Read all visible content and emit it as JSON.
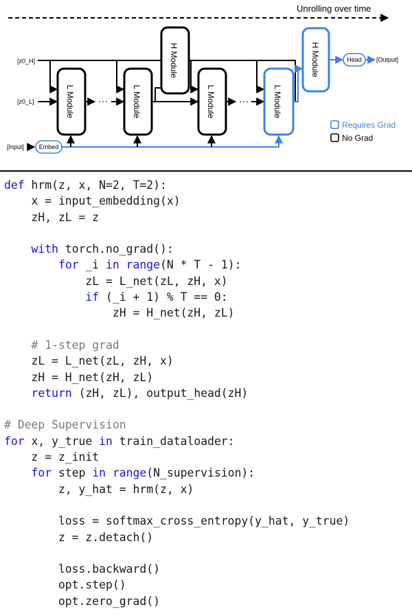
{
  "diagram": {
    "top_caption": "Unrolling over time",
    "input_labels": {
      "zh": "[z0_H]",
      "zl": "[z0_L]",
      "input": "[Input]"
    },
    "embed": "Embed",
    "l_module": "L Module",
    "h_module": "H Module",
    "ellipsis": "···",
    "head": "Head",
    "output": "[Output]",
    "legend": {
      "grad": "Requires Grad",
      "nograd": "No Grad"
    },
    "colors": {
      "blue": "#3b82e8",
      "black": "#000000"
    }
  },
  "code": [
    [
      [
        "def",
        "kw"
      ],
      [
        " hrm(z, x, N=2, T=2):",
        ""
      ]
    ],
    [
      [
        "    x = input_embedding(x)",
        ""
      ]
    ],
    [
      [
        "    zH, zL = z",
        ""
      ]
    ],
    [],
    [
      [
        "    ",
        ""
      ],
      [
        "with",
        "kw"
      ],
      [
        " torch.no_grad():",
        ""
      ]
    ],
    [
      [
        "        ",
        ""
      ],
      [
        "for",
        "kw"
      ],
      [
        " _i ",
        ""
      ],
      [
        "in",
        "kw"
      ],
      [
        " ",
        ""
      ],
      [
        "range",
        "kw"
      ],
      [
        "(N * T - 1):",
        ""
      ]
    ],
    [
      [
        "            zL = L_net(zL, zH, x)",
        ""
      ]
    ],
    [
      [
        "            ",
        ""
      ],
      [
        "if",
        "kw"
      ],
      [
        " (_i + 1) % T == 0:",
        ""
      ]
    ],
    [
      [
        "                zH = H_net(zH, zL)",
        ""
      ]
    ],
    [],
    [
      [
        "    # 1-step grad",
        "cm"
      ]
    ],
    [
      [
        "    zL = L_net(zL, zH, x)",
        ""
      ]
    ],
    [
      [
        "    zH = H_net(zH, zL)",
        ""
      ]
    ],
    [
      [
        "    ",
        ""
      ],
      [
        "return",
        "kw"
      ],
      [
        " (zH, zL), output_head(zH)",
        ""
      ]
    ],
    [],
    [
      [
        "# Deep Supervision",
        "cm"
      ]
    ],
    [
      [
        "for",
        "kw"
      ],
      [
        " x, y_true ",
        ""
      ],
      [
        "in",
        "kw"
      ],
      [
        " train_dataloader:",
        ""
      ]
    ],
    [
      [
        "    z = z_init",
        ""
      ]
    ],
    [
      [
        "    ",
        ""
      ],
      [
        "for",
        "kw"
      ],
      [
        " step ",
        ""
      ],
      [
        "in",
        "kw"
      ],
      [
        " ",
        ""
      ],
      [
        "range",
        "kw"
      ],
      [
        "(N_supervision):",
        ""
      ]
    ],
    [
      [
        "        z, y_hat = hrm(z, x)",
        ""
      ]
    ],
    [],
    [
      [
        "        loss = softmax_cross_entropy(y_hat, y_true)",
        ""
      ]
    ],
    [
      [
        "        z = z.detach()",
        ""
      ]
    ],
    [],
    [
      [
        "        loss.backward()",
        ""
      ]
    ],
    [
      [
        "        opt.step()",
        ""
      ]
    ],
    [
      [
        "        opt.zero_grad()",
        ""
      ]
    ]
  ]
}
